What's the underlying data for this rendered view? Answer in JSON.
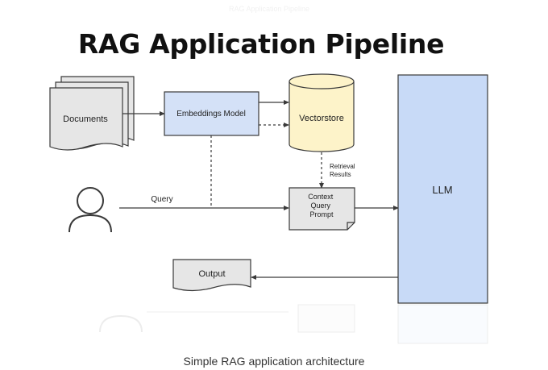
{
  "header": {
    "faint_title": "RAG Application Pipeline",
    "title": "RAG Application Pipeline"
  },
  "nodes": {
    "documents": "Documents",
    "embeddings_model": "Embeddings Model",
    "vectorstore": "Vectorstore",
    "context_prompt": [
      "Context",
      "Query",
      "Prompt"
    ],
    "llm": "LLM",
    "output": "Output"
  },
  "edges": {
    "query_label": "Query",
    "retrieval_results": [
      "Retrieval",
      "Results"
    ]
  },
  "footer": {
    "caption": "Simple RAG application architecture"
  },
  "colors": {
    "embeddings_fill": "#d4e1f7",
    "vectorstore_fill": "#fdf3c9",
    "llm_fill": "#c8daf7",
    "document_fill": "#e6e6e6",
    "stroke": "#3a3a3a"
  }
}
